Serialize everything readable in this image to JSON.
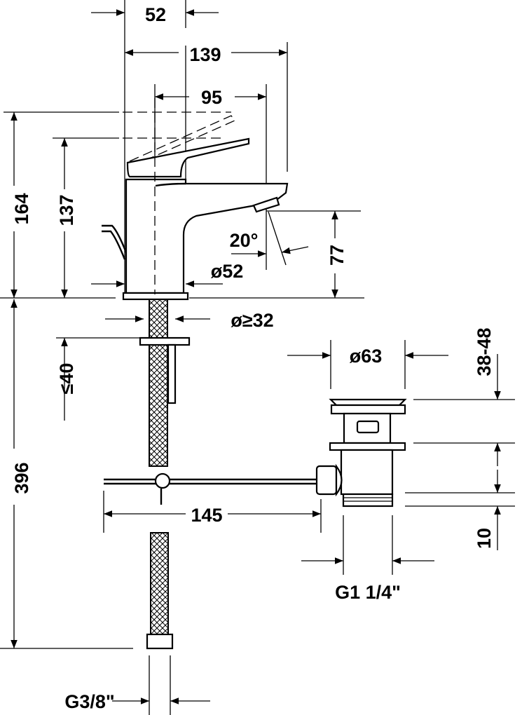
{
  "dimensions": {
    "body_depth": "52",
    "overall_reach": "139",
    "spout_reach": "95",
    "total_height": "164",
    "spout_height_lever": "137",
    "spray_angle": "20°",
    "body_diameter": "ø52",
    "spout_outlet_height": "77",
    "hole_diameter": "ø≥32",
    "deck_thickness": "≤40",
    "hose_length": "396",
    "drain_diameter": "ø63",
    "drain_range": "38-48",
    "rod_length": "145",
    "thread_length": "10",
    "drain_thread": "G1 1/4\"",
    "hose_thread": "G3/8\""
  }
}
